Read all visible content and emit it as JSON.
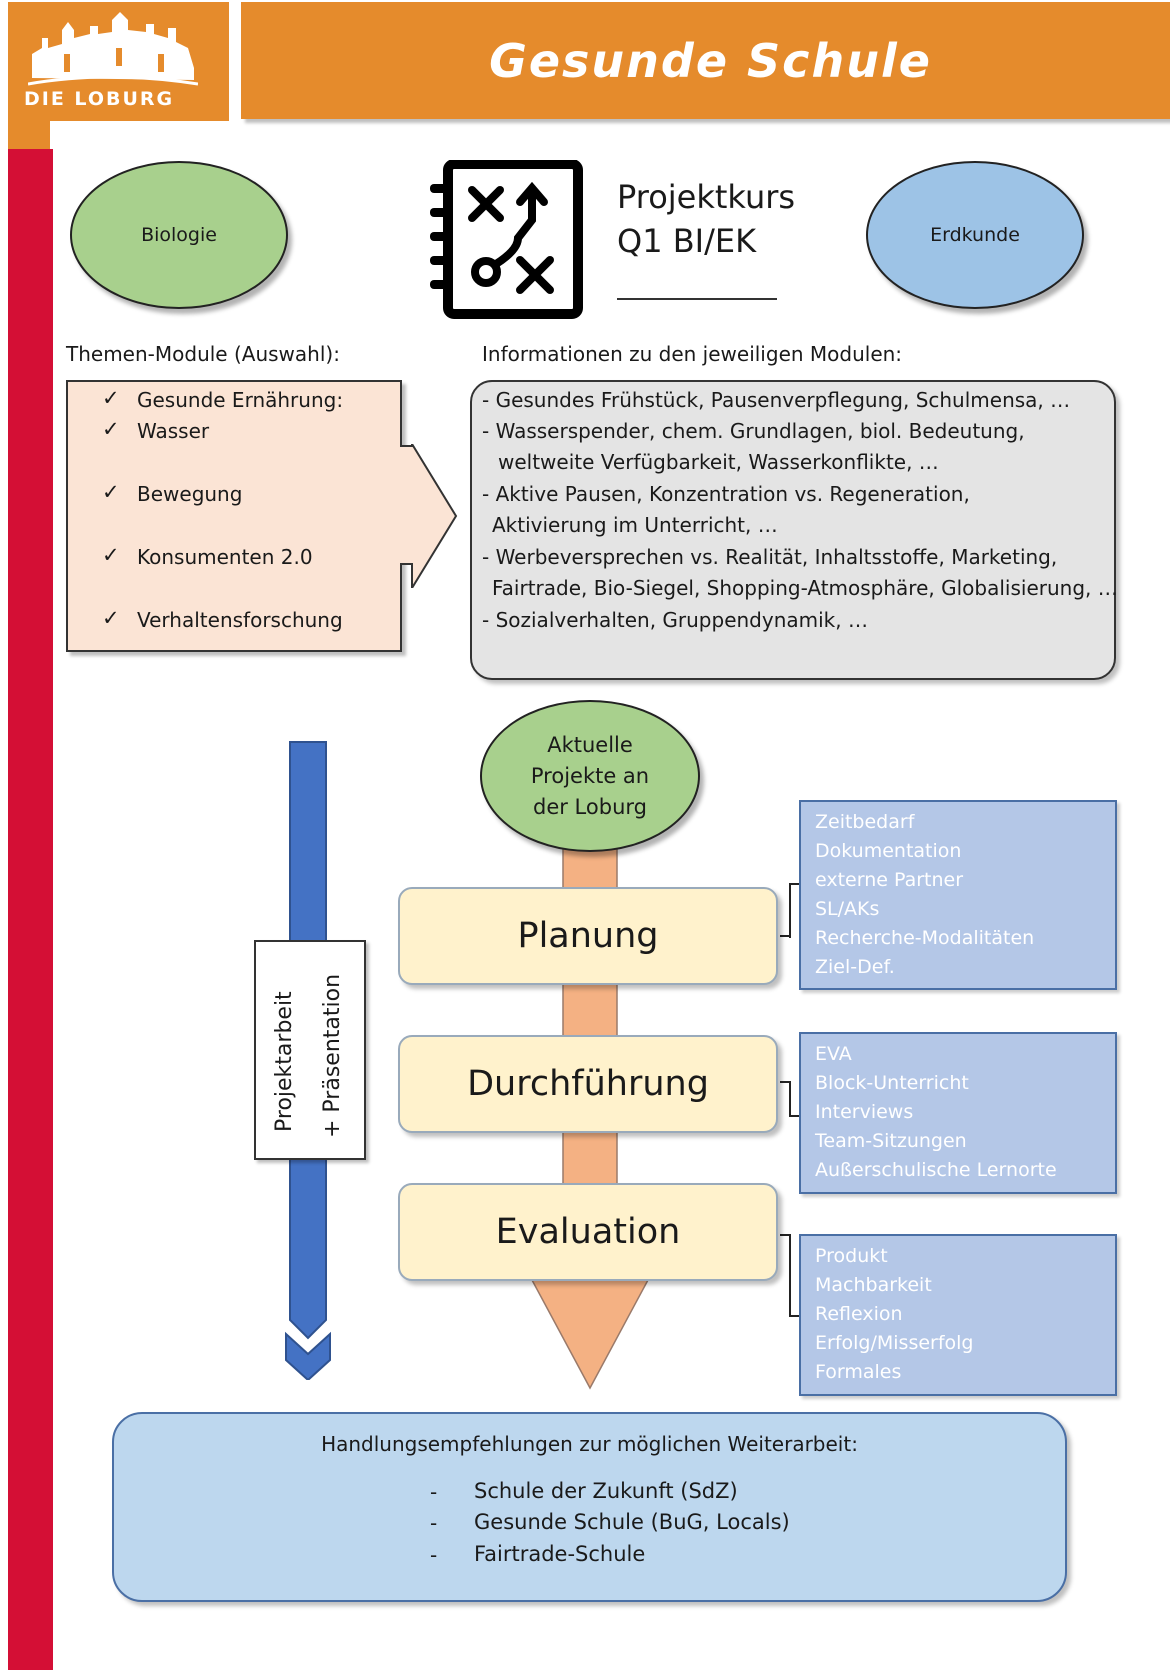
{
  "header": {
    "title": "Gesunde Schule",
    "logo_text": "DIE LOBURG",
    "accent_color": "#e58b2c",
    "side_color": "#d40f35"
  },
  "course": {
    "line1": "Projektkurs",
    "line2": "Q1 BI/EK",
    "icon": "strategy-notebook-icon",
    "subject_left": "Biologie",
    "subject_right": "Erdkunde"
  },
  "modules": {
    "label": "Themen-Module (Auswahl):",
    "items": [
      "Gesunde Ernährung:",
      "Wasser",
      "Bewegung",
      "Konsumenten 2.0",
      "Verhaltensforschung"
    ],
    "check": "✓"
  },
  "info": {
    "label": "Informationen zu den jeweiligen Modulen:",
    "lines": [
      "- Gesundes Frühstück, Pausenverpflegung, Schulmensa, …",
      "- Wasserspender, chem. Grundlagen, biol. Bedeutung,",
      "weltweite Verfügbarkeit, Wasserkonflikte, …",
      "- Aktive Pausen, Konzentration vs. Regeneration,",
      "Aktivierung im Unterricht, …",
      "- Werbeversprechen vs. Realität, Inhaltsstoffe, Marketing,",
      "Fairtrade, Bio-Siegel, Shopping-Atmosphäre, Globalisierung, …",
      "- Sozialverhalten, Gruppendynamik, …"
    ]
  },
  "process": {
    "start_line1": "Aktuelle",
    "start_line2": "Projekte an",
    "start_line3": "der Loburg",
    "steps": [
      "Planung",
      "Durchführung",
      "Evaluation"
    ],
    "details": [
      [
        "Zeitbedarf",
        "Dokumentation",
        "externe Partner",
        "SL/AKs",
        "Recherche-Modalitäten",
        "Ziel-Def."
      ],
      [
        "EVA",
        "Block-Unterricht",
        "Interviews",
        "Team-Sitzungen",
        "Außerschulische Lernorte"
      ],
      [
        "Produkt",
        "Machbarkeit",
        "Reflexion",
        "Erfolg/Misserfolg",
        "Formales"
      ]
    ],
    "side_line1": "Projektarbeit",
    "side_line2": "+ Präsentation"
  },
  "recommendations": {
    "title": "Handlungsempfehlungen zur möglichen Weiterarbeit:",
    "dash": "-",
    "items": [
      "Schule der Zukunft (SdZ)",
      "Gesunde Schule (BuG, Locals)",
      "Fairtrade-Schule"
    ]
  }
}
